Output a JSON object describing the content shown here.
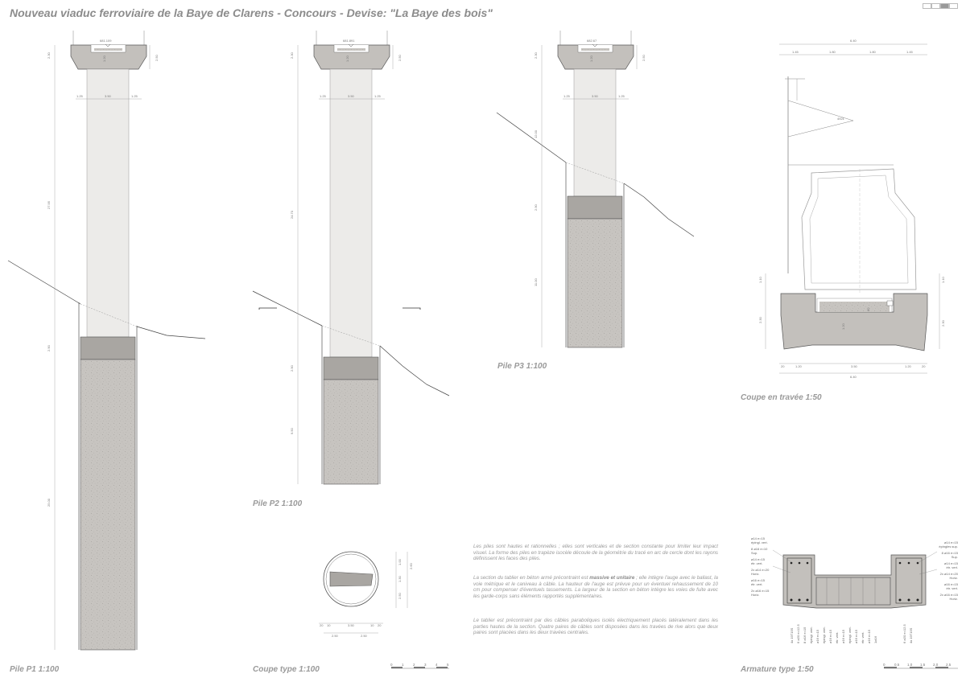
{
  "title": "Nouveau viaduc ferroviaire de la Baye de Clarens - Concours - Devise: \"La Baye des bois\"",
  "captions": {
    "pile_p1": "Pile P1 1:100",
    "pile_p2": "Pile P2 1:100",
    "pile_p3": "Pile P3 1:100",
    "coupe_type": "Coupe type 1:100",
    "coupe_travee": "Coupe en travée 1:50",
    "armature": "Armature type 1:50"
  },
  "description": {
    "p1": "Les piles sont hautes et rationnelles ; elles sont verticales et de section constante pour limiter leur impact visuel. La forme des piles en trapèze isocèle découle de la géométrie du tracé en arc de cercle dont les rayons définissent les faces des piles.",
    "p2_start": "La section du tablier en béton armé précontraint est ",
    "p2_bold": "massive et unitaire",
    "p2_end": " ; elle intègre l'auge avec le ballast, la voie métrique et le caniveau à câble. La hauteur de l'auge est prévue pour un éventuel rehaussement de 10 cm pour compenser d'éventuels tassements. La largeur de la section en béton intègre les voies de fuite avec les garde-corps sans éléments rapportés supplémentaires.",
    "p3": "Le tablier est précontraint par des câbles paraboliques isolés électriquement placés latéralement dans les parties hautes de la section. Quatre paires de câbles sont disposées dans les travées de rive alors que deux paires sont placées dans les deux travées centrales."
  },
  "pile_p1": {
    "elevation": "681.109",
    "dims": [
      "2.30",
      "2.50",
      "1.25",
      "3.50",
      "1.25",
      "27.95",
      "2.90",
      "25.00",
      "1.20"
    ]
  },
  "pile_p2": {
    "elevation": "681.891",
    "dims": [
      "2.30",
      "2.50",
      "1.25",
      "3.50",
      "1.25",
      "24.70",
      "2.90",
      "9.50",
      "1.20"
    ]
  },
  "pile_p3": {
    "elevation": "682.67",
    "dims": [
      "2.30",
      "2.50",
      "1.25",
      "3.50",
      "1.25",
      "12.00",
      "2.90",
      "11.00",
      "1.20"
    ]
  },
  "coupe_type": {
    "dims": [
      "20",
      "10",
      "3.50",
      "10",
      "20",
      "2.50",
      "2.50",
      "1.00",
      "1.30",
      "2.50",
      "2.60"
    ]
  },
  "coupe_travee": {
    "top_total": "6.40",
    "top_parts": [
      "1.45",
      "1.80",
      "1.80",
      "1.45"
    ],
    "bottom_parts": [
      "20",
      "1.20",
      "3.50",
      "1.20",
      "20"
    ],
    "bottom_total": "6.40",
    "left_dims": [
      "1.10",
      "2.30"
    ],
    "right_dims": [
      "1.10",
      "2.30"
    ],
    "inner_dim": "1.20",
    "deck_dim": "60",
    "catenary_label": "4921"
  },
  "armature": {
    "left_labels": [
      "ø14 e=15",
      "épingl. vert.",
      "8 ø16 e=10",
      "Sup.",
      "ø14 e=15",
      "étr. vert.",
      "2x ø14 e=20",
      "Horiz.",
      "ø16 e=15",
      "étr. vert.",
      "2x ø16 e=15",
      "Horiz."
    ],
    "right_labels": [
      "ø14 e=15",
      "épingles sup.",
      "8 ø16 e=15",
      "Sup.",
      "ø14 e=15",
      "étr. vert.",
      "2x ø14 e=20",
      "Horiz.",
      "ø16 e=15",
      "étr. vert.",
      "2x ø16 e=15",
      "Horiz."
    ],
    "bottom_labels": [
      "4x 19T15S",
      "6 ø20 e=12.5",
      "8 ø16 e=15",
      "épingl. vert.",
      "ø16 e=15",
      "épingl. vert.",
      "ø16 e=15",
      "étr. vert.",
      "ø16 e=15",
      "épingl. vert.",
      "ø16 e=15",
      "étr. vert.",
      "ø16 e=15",
      "1ø16",
      "6 ø20 e=12.5",
      "4x 19T15S"
    ]
  },
  "scales": {
    "scale_100": [
      "0",
      "1",
      "2",
      "3",
      "4",
      "5"
    ],
    "scale_50": [
      "0",
      "0.5",
      "1.0",
      "1.5",
      "2.0",
      "2.5"
    ]
  }
}
